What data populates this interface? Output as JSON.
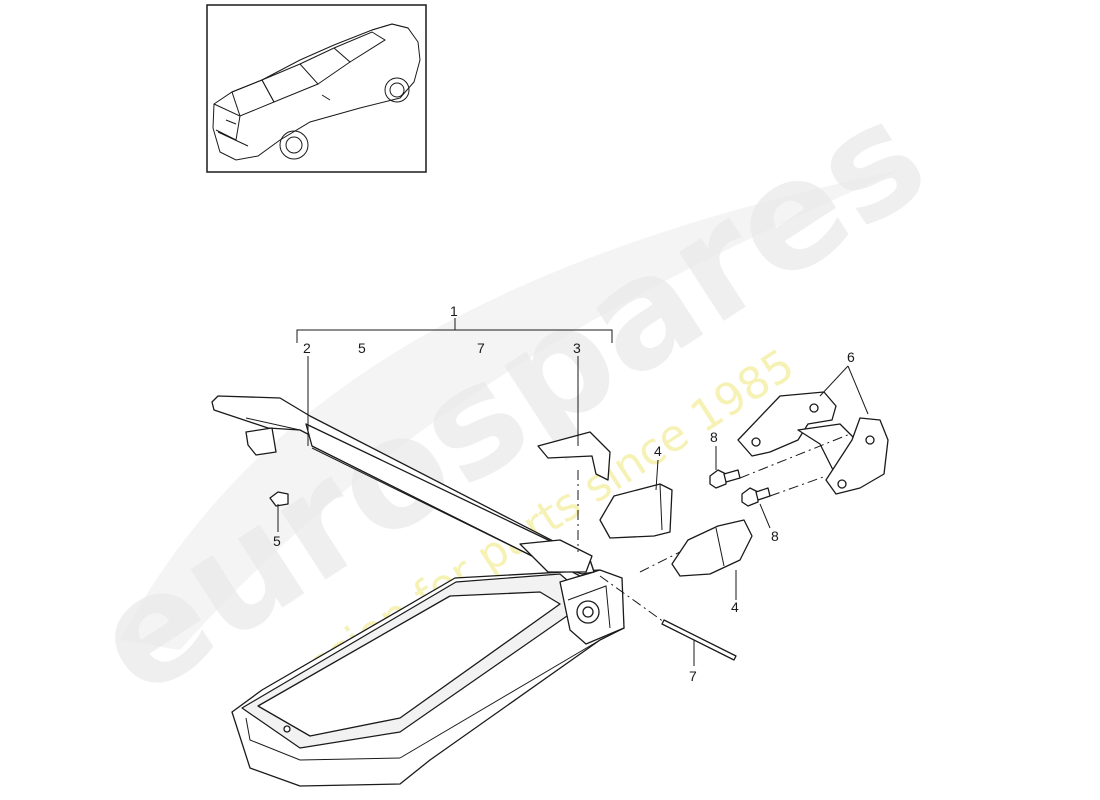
{
  "watermark": {
    "brand": "eurospares",
    "tagline": "a passion for parts since 1985"
  },
  "thumbnail": {
    "icon": "car-icon"
  },
  "callouts": {
    "c1": "1",
    "c2": "2",
    "c3": "3",
    "c4a": "4",
    "c4b": "4",
    "c5a": "5",
    "c5b": "5",
    "c6": "6",
    "c7a": "7",
    "c7b": "7",
    "c8a": "8",
    "c8b": "8"
  }
}
